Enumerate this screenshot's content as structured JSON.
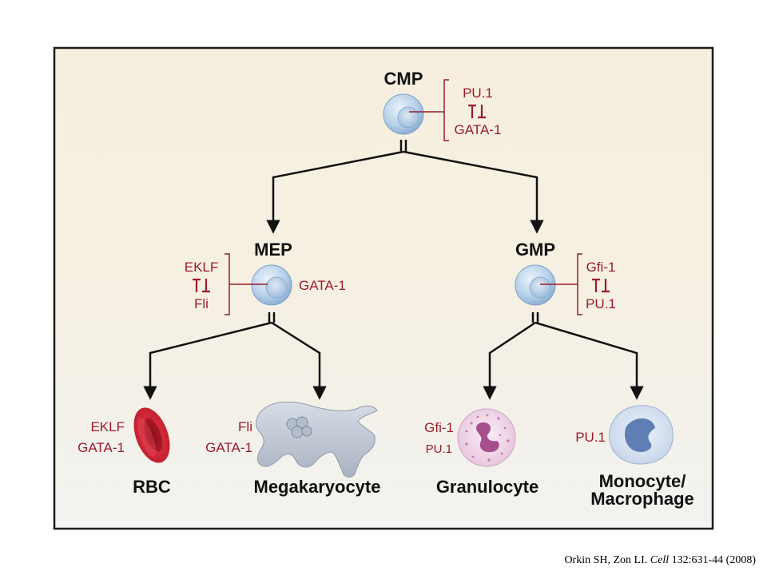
{
  "colors": {
    "panel_top": "#f6efdf",
    "panel_bottom": "#f3f3f1",
    "border": "#1a1a1a",
    "factor_red": "#9a1b2a",
    "arrow": "#111111",
    "stem_cell_blue": "#a9c7e4"
  },
  "nodes": {
    "cmp": {
      "label": "CMP",
      "factors_top": "PU.1",
      "factors_bottom": "GATA-1"
    },
    "mep": {
      "label": "MEP",
      "factors_top": "EKLF",
      "factors_bottom": "Fli",
      "factor_side": "GATA-1"
    },
    "gmp": {
      "label": "GMP",
      "factors_top": "Gfi-1",
      "factors_bottom": "PU.1"
    }
  },
  "cells": {
    "rbc": {
      "label": "RBC",
      "factor_1": "EKLF",
      "factor_2": "GATA-1"
    },
    "megakaryocyte": {
      "label": "Megakaryocyte",
      "factor_1": "Fli",
      "factor_2": "GATA-1"
    },
    "granulocyte": {
      "label": "Granulocyte",
      "factor_1": "Gfi-1",
      "factor_2": "PU.1"
    },
    "monocyte": {
      "label_line1": "Monocyte/",
      "label_line2": "Macrophage",
      "factor_1": "PU.1"
    }
  },
  "citation": {
    "authors": "Orkin SH, Zon LI. ",
    "journal": "Cell",
    "ref": " 132:631-44 (2008)"
  },
  "icons": [
    "arrow-icon",
    "inhibition-arrows-icon",
    "cell-icon"
  ]
}
